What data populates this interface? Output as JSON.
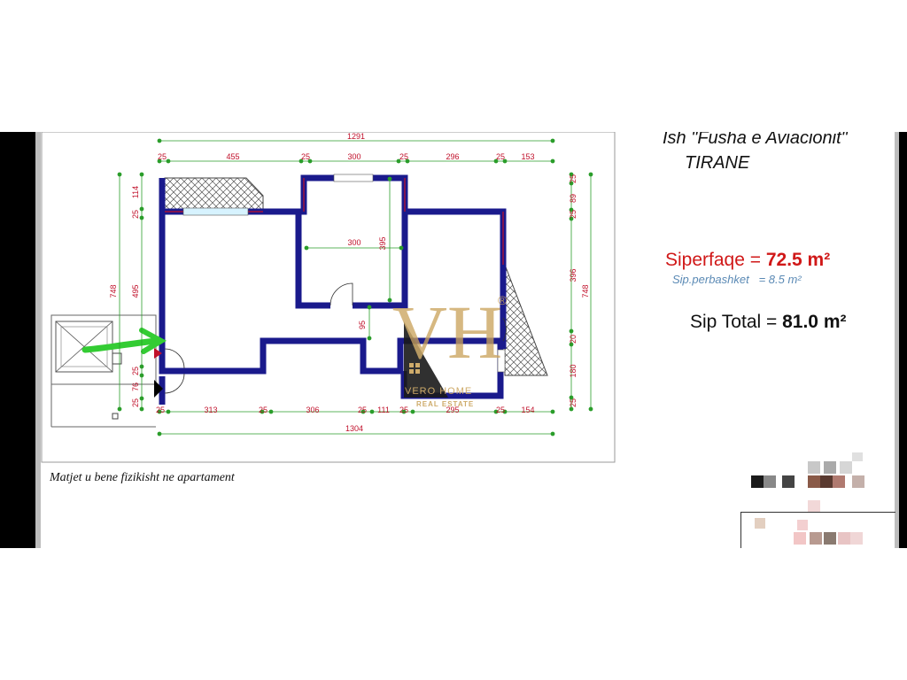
{
  "title": {
    "address_line1": "Ish \"Fusha e Aviacionit\"",
    "address_line2": "TIRANE"
  },
  "area": {
    "label": "Siperfaqe = ",
    "value": "72.5 m²",
    "shared_label": "Sip.perbashket",
    "shared_value": "= 8.5 m²",
    "total_label": "Sip Total = ",
    "total_value": "81.0 m²"
  },
  "note": "Matjet u bene fizikisht ne apartament",
  "watermark": {
    "monogram": "VH",
    "name": "VERO HOME",
    "subtitle": "REAL ESTATE",
    "registered": "®"
  },
  "dimensions": {
    "top_total": "1291",
    "top_segments": [
      "25",
      "455",
      "25",
      "300",
      "25",
      "296",
      "25",
      "153"
    ],
    "bottom_total": "1304",
    "bottom_segments": [
      "25",
      "313",
      "25",
      "306",
      "25",
      "111",
      "25",
      "295",
      "25",
      "154"
    ],
    "left_total": "748",
    "left_segments": [
      "114",
      "25",
      "495",
      "25",
      "76",
      "25"
    ],
    "right_total": "748",
    "right_segments": [
      "25",
      "89",
      "25",
      "396",
      "20",
      "180",
      "25"
    ],
    "inner": [
      "300",
      "395",
      "95"
    ]
  },
  "colors": {
    "wall": "#1a1a8c",
    "wall_edge": "#c0102a",
    "dimension_line": "#2a9d2a",
    "dimension_text": "#c0102a",
    "arrow": "#33cc33",
    "watermark": "#c9a25a",
    "area_red": "#d01818",
    "shared_blue": "#5b8ab5"
  }
}
